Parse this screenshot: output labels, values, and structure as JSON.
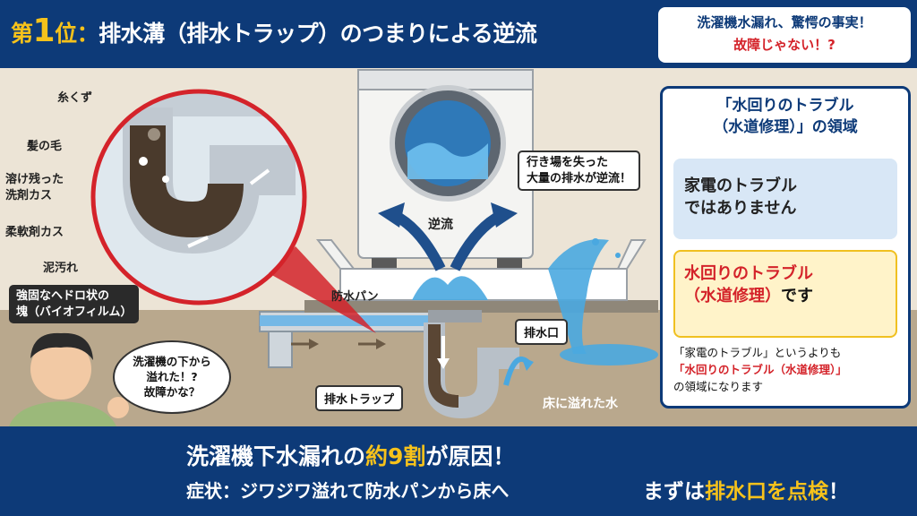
{
  "header": {
    "title_prefix": "第",
    "title_number": "1",
    "title_suffix": "位",
    "title_colon": "：",
    "title_main": "排水溝（排水トラップ）のつまりによる逆流",
    "subtitle_line1": "洗濯機水漏れ、驚愕の事実！",
    "subtitle_line2": "故障じゃない！?"
  },
  "debris_labels": {
    "lint": "糸くず",
    "hair": "髪の毛",
    "detergent_line1": "溶け残った",
    "detergent_line2": "洗剤カス",
    "softener": "柔軟剤カス",
    "dirt": "泥汚れ",
    "biofilm_line1": "強固なヘドロ状の",
    "biofilm_line2": "塊（バイオフィルム）"
  },
  "scene_labels": {
    "backflow": "逆流",
    "waterproof_pan": "防水パン",
    "overflow_note_line1": "行き場を失った",
    "overflow_note_line2": "大量の排水が逆流！",
    "drain_outlet": "排水口",
    "drain_trap": "排水トラップ",
    "floor_water": "床に溢れた水"
  },
  "speech_bubble": {
    "line1": "洗濯機の下から",
    "line2": "溢れた！?",
    "line3": "故障かな？"
  },
  "panel": {
    "title_line1": "「水回りのトラブル",
    "title_line2": "（水道修理）」の領域",
    "card1_line1": "家電のトラブル",
    "card1_line2": "ではありません",
    "card2_line1": "水回りのトラブル",
    "card2_line2": "（水道修理）",
    "card2_suffix": "です",
    "note_line1": "「家電のトラブル」というよりも",
    "note_line2": "「水回りのトラブル（水道修理）」",
    "note_line3": "の領域になります"
  },
  "bottom": {
    "line1_a": "洗濯機下水漏れの",
    "line1_b": "約9割",
    "line1_c": "が原因！",
    "line2": "症状：ジワジワ溢れて防水パンから床へ",
    "line3_a": "まずは",
    "line3_b": "排水口を点検",
    "line3_c": "！"
  },
  "colors": {
    "navy": "#0d3a78",
    "yellow": "#f6c21b",
    "red": "#d4232a",
    "water": "#4aa8e0"
  }
}
